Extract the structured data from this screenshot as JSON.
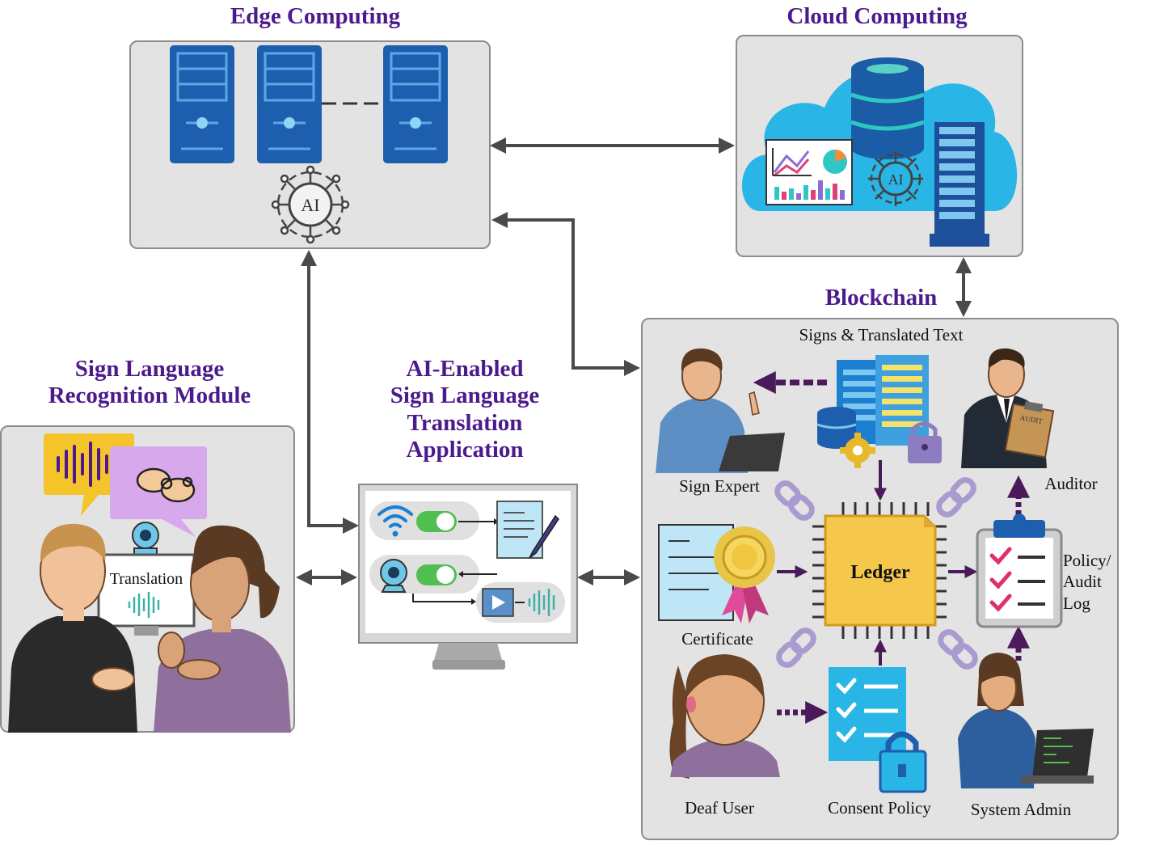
{
  "titles": {
    "edge": "Edge Computing",
    "cloud": "Cloud Computing",
    "blockchain": "Blockchain",
    "recognition_line1": "Sign Language",
    "recognition_line2": "Recognition Module",
    "app_line1": "AI-Enabled",
    "app_line2": "Sign Language",
    "app_line3": "Translation",
    "app_line4": "Application"
  },
  "edge": {
    "ai_label": "AI"
  },
  "cloud": {
    "ai_label": "AI"
  },
  "recognition": {
    "monitor_text": "Translation"
  },
  "blockchain": {
    "header": "Signs & Translated Text",
    "ledger": "Ledger",
    "sign_expert": "Sign Expert",
    "auditor": "Auditor",
    "certificate": "Certificate",
    "policy_line1": "Policy/",
    "policy_line2": "Audit",
    "policy_line3": "Log",
    "deaf_user": "Deaf User",
    "consent_policy": "Consent Policy",
    "system_admin": "System Admin",
    "audit_stamp": "AUDIT"
  },
  "colors": {
    "title": "#4b1a8c",
    "panel_bg": "#e3e3e3",
    "panel_border": "#8c8c8c",
    "arrow": "#4a4a4a",
    "purple_arrow": "#4a1a5a",
    "server_blue": "#1d5fae",
    "cloud": "#29b6e6",
    "ledger": "#f5c84c",
    "chain": "#a99bd0"
  }
}
